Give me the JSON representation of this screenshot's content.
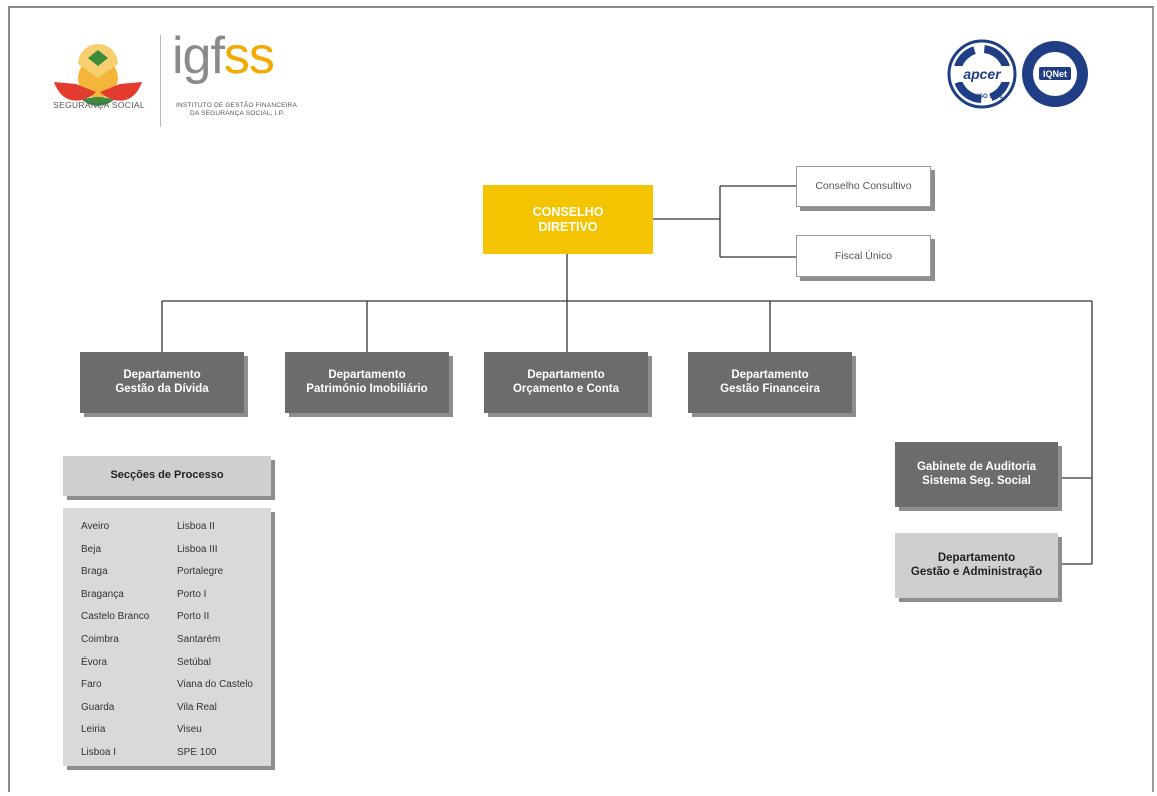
{
  "brand": {
    "ss_label": "SEGURANÇA SOCIAL",
    "igfss_ig": "igf",
    "igfss_ss": "ss",
    "igfss_sub_line1": "INSTITUTO DE GESTÃO FINANCEIRA",
    "igfss_sub_line2": "DA SEGURANÇA SOCIAL, I.P.",
    "apcer_label": "apcer",
    "apcer_iso": "ISO 9001",
    "iqnet_label": "IQNet",
    "colors": {
      "yellow": "#f5c400",
      "orange": "#f2a900",
      "dark_box": "#6c6c6c",
      "light_box": "#cfcfcf",
      "green": "#3c8c3c",
      "red": "#e33b2e",
      "navy": "#1f3e86"
    }
  },
  "org": {
    "board": {
      "line1": "CONSELHO",
      "line2": "DIRETIVO"
    },
    "advisory": {
      "consultivo": "Conselho Consultivo",
      "fiscal": "Fiscal Único"
    },
    "departments": [
      {
        "line1": "Departamento",
        "line2": "Gestão da Dívida"
      },
      {
        "line1": "Departamento",
        "line2": "Património Imobiliário"
      },
      {
        "line1": "Departamento",
        "line2": "Orçamento e Conta"
      },
      {
        "line1": "Departamento",
        "line2": "Gestão Financeira"
      }
    ],
    "audit": {
      "line1": "Gabinete de Auditoria",
      "line2": "Sistema Seg. Social"
    },
    "admin": {
      "line1": "Departamento",
      "line2": "Gestão e Administração"
    }
  },
  "sections": {
    "title": "Secções de Processo",
    "items": [
      "Aveiro",
      "Lisboa II",
      "Beja",
      "Lisboa III",
      "Braga",
      "Portalegre",
      "Bragança",
      "Porto I",
      "Castelo Branco",
      "Porto II",
      "Coimbra",
      "Santarém",
      "Évora",
      "Setúbal",
      "Faro",
      "Viana do Castelo",
      "Guarda",
      "Vila Real",
      "Leiria",
      "Viseu",
      "Lisboa I",
      "SPE 100"
    ]
  }
}
